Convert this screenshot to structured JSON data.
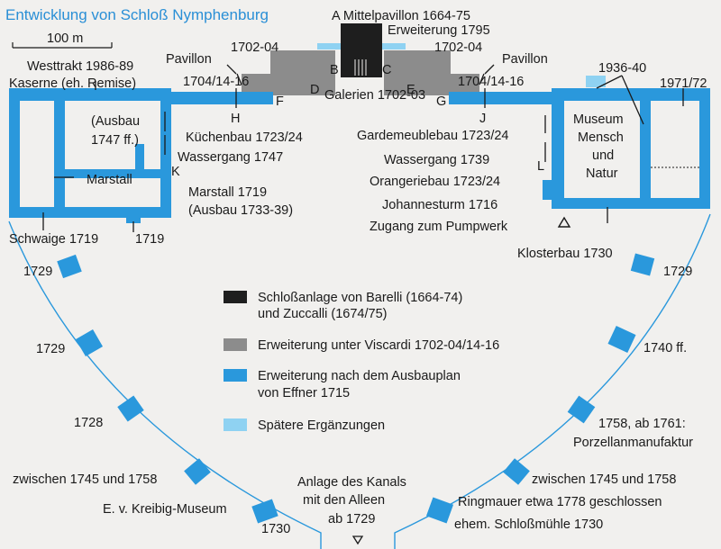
{
  "title": "Entwicklung von Schloß Nymphenburg",
  "scale_label": "100 m",
  "colors": {
    "black": "#1e1e1e",
    "gray": "#8c8c8c",
    "blue": "#2a98dc",
    "light_blue": "#8fd2f2",
    "line": "#2a98dc"
  },
  "labels": {
    "a_mittelpavillon": "A Mittelpavillon 1664-75",
    "erweiterung_1795": "Erweiterung 1795",
    "pavillon_left": "Pavillon",
    "date_1702_left": "1702-04",
    "date_1704_left": "1704/14-16",
    "pavillon_right": "Pavillon",
    "date_1702_right": "1702-04",
    "date_1704_right": "1704/14-16",
    "letter_b": "B",
    "letter_c": "C",
    "letter_d": "D",
    "letter_e": "E",
    "letter_f": "F",
    "letter_g": "G",
    "letter_h": "H",
    "letter_j": "J",
    "letter_k": "K",
    "letter_l": "L",
    "galerien": "Galerien 1702-03",
    "westtrakt": "Westtrakt 1986-89",
    "kaserne": "Kaserne (eh. Remise)",
    "ausbau_1": "(Ausbau",
    "ausbau_2": "1747 ff.)",
    "kuechenbau": "Küchenbau 1723/24",
    "wassergang_1747": "Wassergang 1747",
    "marstall": "Marstall",
    "marstall_1719": "Marstall 1719",
    "ausbau_1733": "(Ausbau 1733-39)",
    "schwaige": "Schwaige 1719",
    "date_1719": "1719",
    "gardemeublebau": "Gardemeublebau 1723/24",
    "wassergang_1739": "Wassergang 1739",
    "orangeriebau": "Orangeriebau 1723/24",
    "johannesturm": "Johannesturm 1716",
    "zugang": "Zugang zum Pumpwerk",
    "klosterbau": "Klosterbau 1730",
    "date_1936": "1936-40",
    "date_1971": "1971/72",
    "museum_1": "Museum",
    "museum_2": "Mensch",
    "museum_3": "und",
    "museum_4": "Natur",
    "left_1729_a": "1729",
    "left_1729_b": "1729",
    "left_1728": "1728",
    "left_zwischen": "zwischen 1745 und 1758",
    "kreibig": "E. v. Kreibig-Museum",
    "left_1730": "1730",
    "kanal_1": "Anlage des Kanals",
    "kanal_2": "mit den Alleen",
    "kanal_3": "ab 1729",
    "right_1729": "1729",
    "right_1740": "1740 ff.",
    "right_1758": "1758, ab 1761:",
    "porzellan": "Porzellanmanufaktur",
    "right_zwischen": "zwischen 1745 und 1758",
    "ringmauer": "Ringmauer etwa 1778 geschlossen",
    "schlossmuehle": "ehem. Schloßmühle 1730"
  },
  "legend": {
    "black_1": "Schloßanlage von Barelli (1664-74)",
    "black_2": "und Zuccalli (1674/75)",
    "gray": "Erweiterung unter Viscardi 1702-04/14-16",
    "blue_1": "Erweiterung nach dem Ausbauplan",
    "blue_2": "von Effner 1715",
    "light_blue": "Spätere Ergänzungen"
  }
}
